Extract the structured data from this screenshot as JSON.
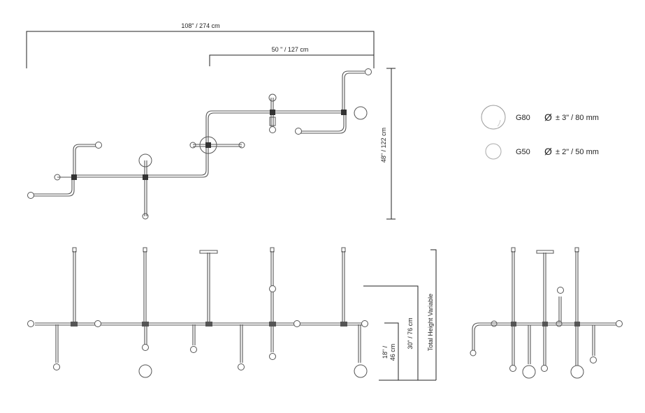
{
  "dimensions": {
    "total_width": "108\" / 274 cm",
    "partial_width": "50 \" / 127 cm",
    "depth": "48\" / 122 cm",
    "total_height": "Total Height Variable",
    "height_mid": "30\" / 76 cm",
    "height_short_1": "18\" /",
    "height_short_2": "46 cm"
  },
  "legend": [
    {
      "model": "G80",
      "symbol": "Ø",
      "size": "± 3\" / 80 mm"
    },
    {
      "model": "G50",
      "symbol": "Ø",
      "size": "± 2\" / 50 mm"
    }
  ],
  "colors": {
    "line": "#222222",
    "pipe": "#555555",
    "bulb_edge": "#777777"
  }
}
